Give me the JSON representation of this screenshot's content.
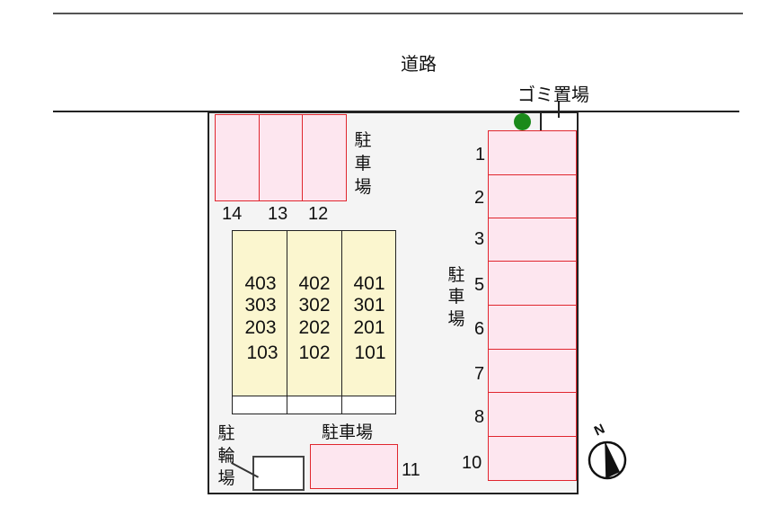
{
  "road": {
    "label": "道路"
  },
  "garbage": {
    "label": "ゴミ置場"
  },
  "parking_top": {
    "label_chars": [
      "駐",
      "車",
      "場"
    ],
    "slots": [
      "14",
      "13",
      "12"
    ]
  },
  "building": {
    "columns": [
      {
        "units": [
          "403",
          "303",
          "203",
          "103"
        ]
      },
      {
        "units": [
          "402",
          "302",
          "202",
          "102"
        ]
      },
      {
        "units": [
          "401",
          "301",
          "201",
          "101"
        ]
      }
    ]
  },
  "parking_right": {
    "label_chars": [
      "駐",
      "車",
      "場"
    ],
    "slots": [
      "1",
      "2",
      "3",
      "5",
      "6",
      "7",
      "8",
      "10"
    ]
  },
  "parking_bottom": {
    "label": "駐車場",
    "slot": "11"
  },
  "bicycle_parking": {
    "label_chars": [
      "駐",
      "輪",
      "場"
    ]
  },
  "compass": {
    "label": "N"
  },
  "colors": {
    "parking_fill": "#fde6ef",
    "parking_border": "#e0262e",
    "building_fill": "#fbf6cf",
    "lot_fill": "#f4f4f4",
    "tree": "#1a8a1a"
  }
}
